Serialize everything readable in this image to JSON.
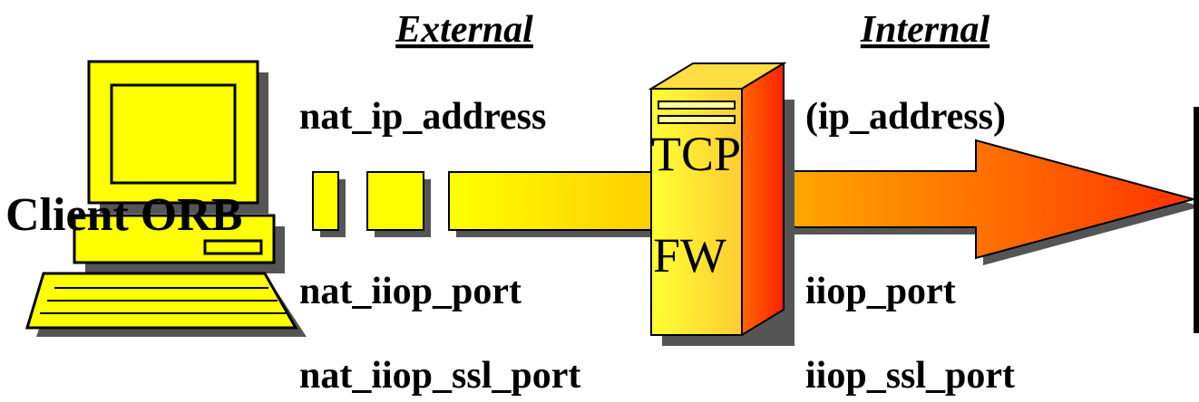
{
  "headings": {
    "external": "External",
    "internal": "Internal"
  },
  "client": {
    "label": "Client ORB"
  },
  "firewall": {
    "label_top": "TCP",
    "label_bottom": "FW"
  },
  "external_params": {
    "address": "nat_ip_address",
    "port": "nat_iiop_port",
    "ssl_port": "nat_iiop_ssl_port"
  },
  "internal_params": {
    "address": "(ip_address)",
    "port": "iiop_port",
    "ssl_port": "iiop_ssl_port"
  },
  "colors": {
    "yellow": "#ffff00",
    "orange": "#ff8c00",
    "red": "#ff3300",
    "shadow": "#555555",
    "outline": "#000000"
  }
}
